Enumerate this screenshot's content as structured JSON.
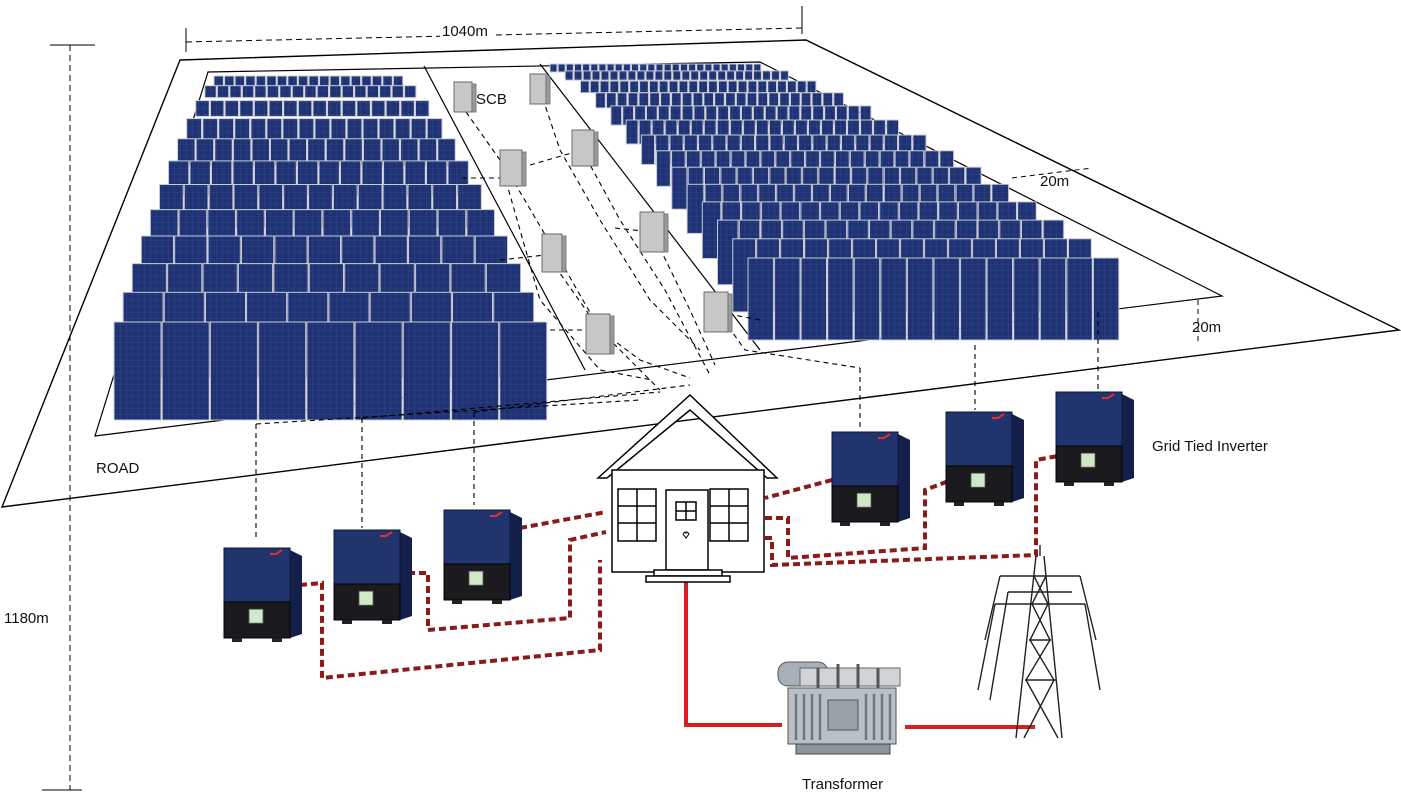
{
  "labels": {
    "width_dim": "1040m",
    "height_dim": "1180m",
    "setback_right": "20m",
    "setback_bottom": "20m",
    "scb": "SCB",
    "road": "ROAD",
    "inverter": "Grid Tied Inverter",
    "transformer": "Transformer"
  },
  "colors": {
    "panel": "#1c2d6b",
    "panel_frame": "#c9ccd4",
    "inverter_body": "#22346e",
    "inverter_base": "#1b1b1f",
    "dc_cable": "#8b1a1a",
    "ac_cable": "#d42020",
    "box": "#c7c7c7",
    "line": "#000000"
  },
  "counts": {
    "inverters": 6,
    "string_combiner_boxes": 8
  }
}
